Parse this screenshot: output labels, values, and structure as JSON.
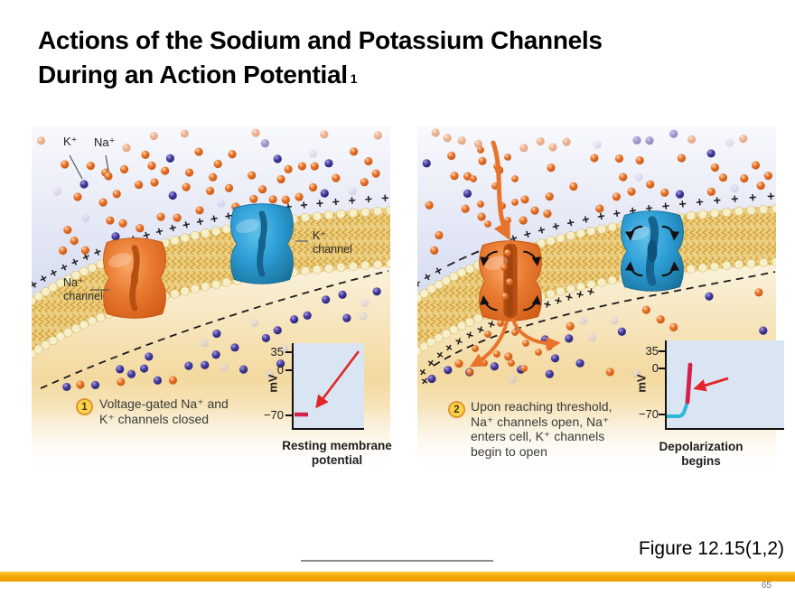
{
  "slide": {
    "title_line1": "Actions of the Sodium and Potassium Channels",
    "title_line2": "During an Action Potential",
    "title_marker": "1",
    "figure_caption": "Figure 12.15(1,2)",
    "page_number": "65"
  },
  "panel1": {
    "labels": {
      "k_ion": "K⁺",
      "na_ion": "Na⁺",
      "na_channel": [
        "Na⁺",
        "channel"
      ],
      "k_channel": [
        "K⁺",
        "channel"
      ]
    },
    "callout": {
      "number": "1",
      "lines": [
        "Voltage-gated Na⁺ and",
        "K⁺ channels closed"
      ]
    },
    "graph": {
      "ylabel": "mV",
      "ticks": [
        "35",
        "0",
        "−70"
      ],
      "caption": [
        "Resting membrane",
        "potential"
      ]
    }
  },
  "panel2": {
    "callout": {
      "number": "2",
      "lines": [
        "Upon reaching threshold,",
        "Na⁺ channels open, Na⁺",
        "enters cell, K⁺ channels",
        "begin to open"
      ]
    },
    "graph": {
      "ylabel": "mV",
      "ticks": [
        "35",
        "0",
        "−70"
      ],
      "caption": "Depolarization begins"
    }
  },
  "colors": {
    "na_ion": "#e8742c",
    "k_ion": "#443c9f",
    "na_channel": "#e8742c",
    "k_channel": "#2f9fd8",
    "membrane": "#ebcf85",
    "membrane_squiggle": "#d5a02e",
    "lipid_head": "#f7efc7",
    "extracellular": "#dfe3f4",
    "intracellular": "#f3d99f",
    "accent_bar": "#f6a708",
    "graph_bg": "#d9e5f2",
    "trace_red": "#d5204c",
    "trace_cyan": "#2cb9d9",
    "arrow_red": "#e32528",
    "callout_badge": "#fbd44c"
  },
  "chart_data": [
    {
      "type": "line",
      "title": "Resting membrane potential",
      "ylabel": "mV",
      "yticks": [
        35,
        0,
        -70
      ],
      "series": [
        {
          "name": "Membrane potential",
          "points_mV": [
            -70,
            -70
          ],
          "color": "#d5204c"
        }
      ],
      "annotations": [
        "red arrow pointing at the flat resting potential trace at −70 mV"
      ],
      "legend": "none",
      "grid": false
    },
    {
      "type": "line",
      "title": "Depolarization begins",
      "ylabel": "mV",
      "yticks": [
        35,
        0,
        -70
      ],
      "series": [
        {
          "name": "Membrane potential",
          "points_mV": [
            -70,
            -70,
            -55,
            10
          ],
          "segments": [
            {
              "range_mV": [
                -70,
                -55
              ],
              "color": "#2cb9d9"
            },
            {
              "range_mV": [
                -55,
                10
              ],
              "color": "#d5204c"
            }
          ]
        }
      ],
      "annotations": [
        "red arrow pointing at the steep rising (depolarizing) red segment"
      ],
      "legend": "none",
      "grid": false
    }
  ]
}
